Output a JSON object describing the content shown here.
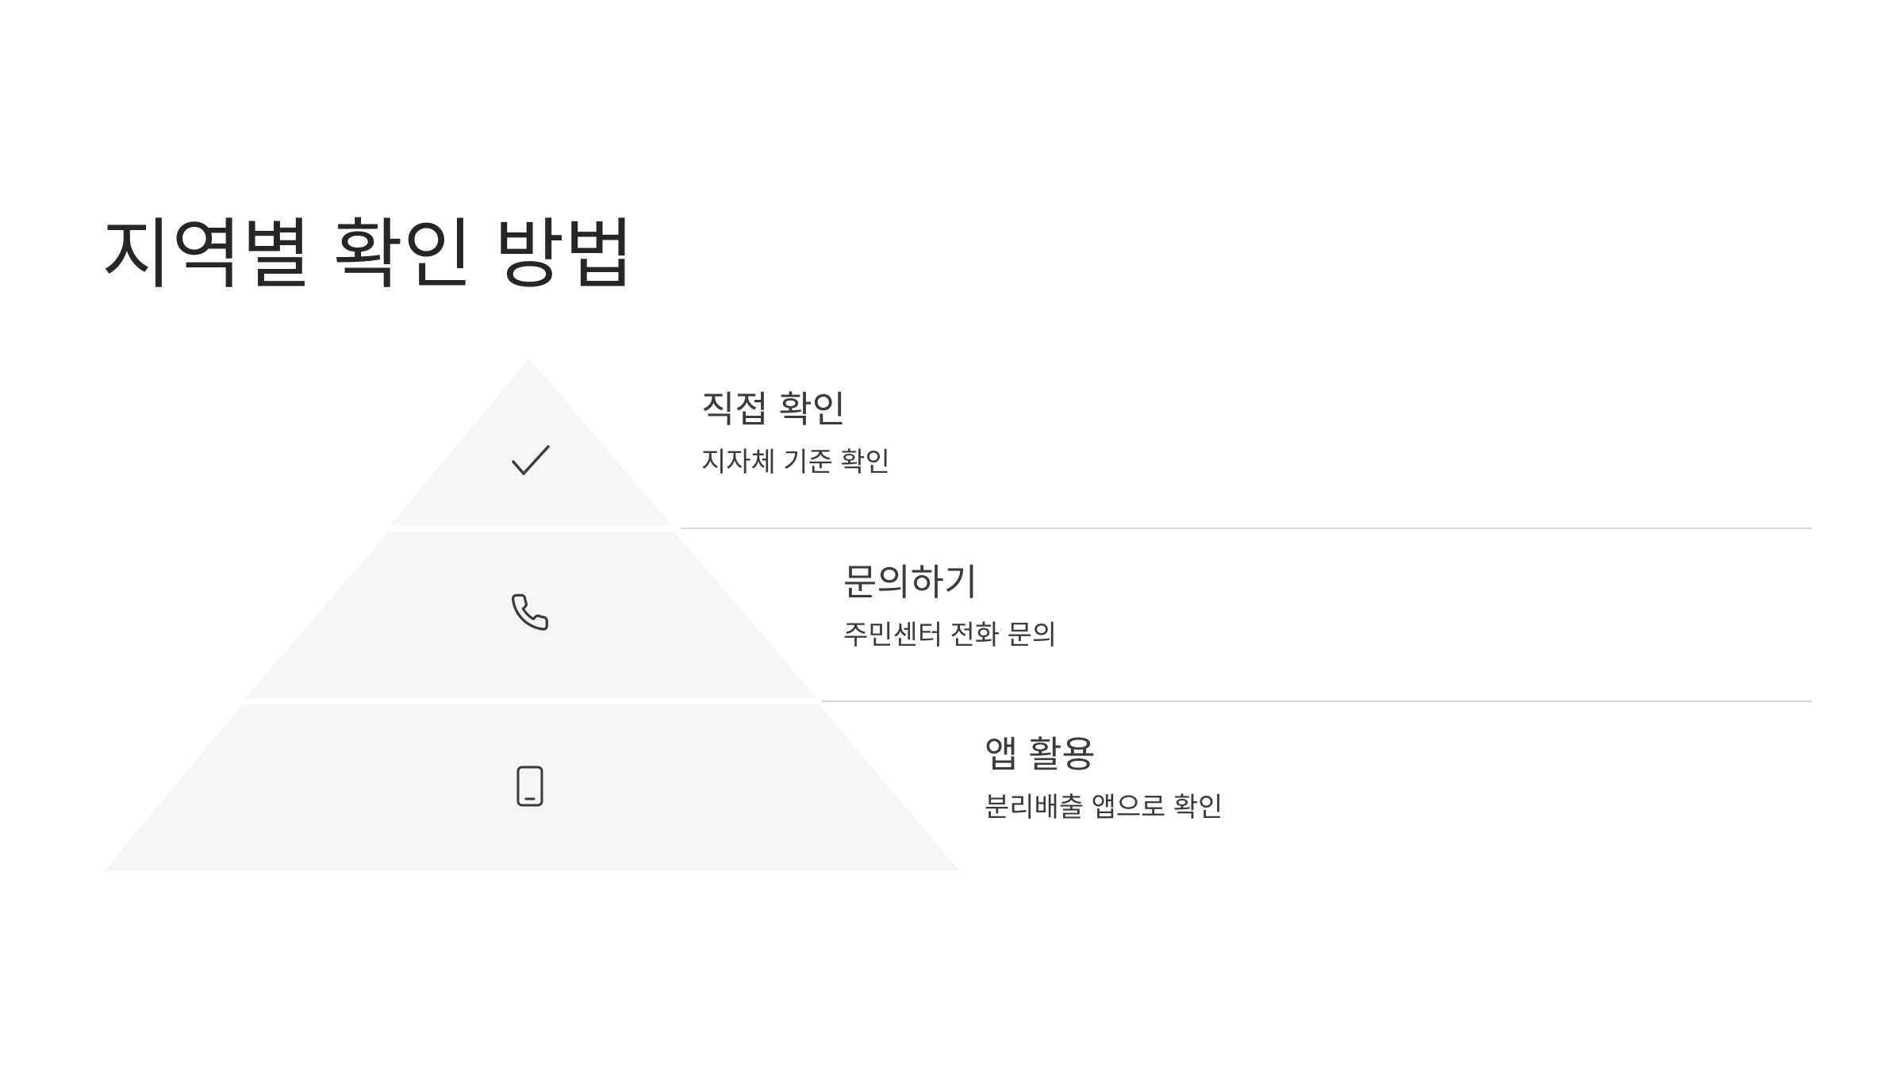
{
  "title": "지역별 확인 방법",
  "tiers": [
    {
      "icon": "checkmark-icon",
      "heading": "직접 확인",
      "description": "지자체 기준 확인"
    },
    {
      "icon": "phone-icon",
      "heading": "문의하기",
      "description": "주민센터 전화 문의"
    },
    {
      "icon": "smartphone-icon",
      "heading": "앱 활용",
      "description": "분리배출 앱으로 확인"
    }
  ],
  "colors": {
    "tier_fill": "#f7f6f6",
    "divider": "#d8d6d6",
    "icon_stroke": "#3d3a3a",
    "text": "#3d3a3a",
    "title": "#272525"
  }
}
